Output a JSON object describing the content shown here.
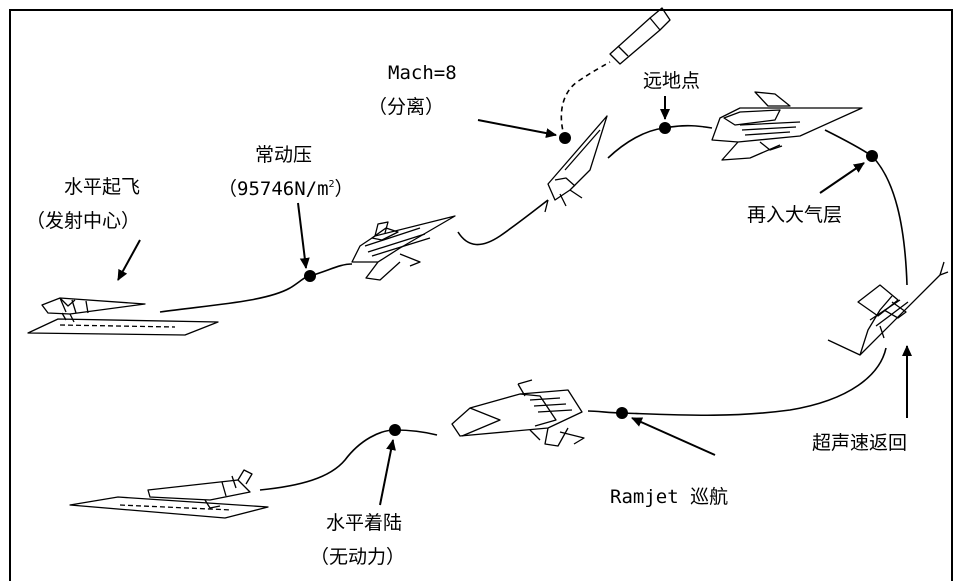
{
  "labels": {
    "takeoff_line1": "水平起飞",
    "takeoff_line2": "（发射中心）",
    "const_q_line1": "常动压",
    "const_q_line2_prefix": "（95746N/m",
    "const_q_line2_sup": "2",
    "const_q_line2_suffix": "）",
    "mach_line1": "Mach=8",
    "mach_line2": "（分离）",
    "apogee": "远地点",
    "reentry": "再入大气层",
    "supersonic_return": "超声速返回",
    "ramjet_cruise": "Ramjet 巡航",
    "landing_line1": "水平着陆",
    "landing_line2": "（无动力）"
  }
}
